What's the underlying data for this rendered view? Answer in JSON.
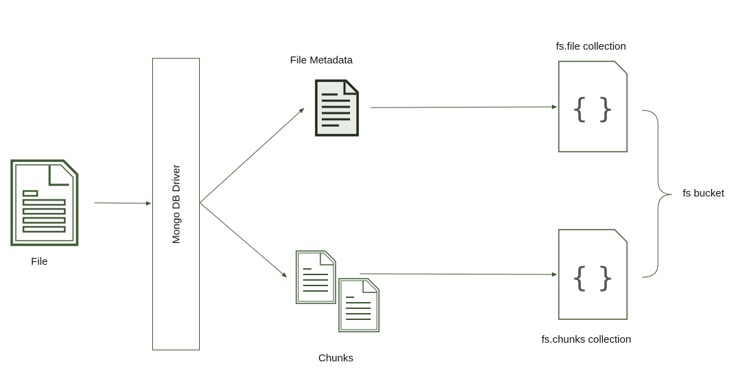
{
  "nodes": {
    "file": {
      "label": "File"
    },
    "driver": {
      "label": "Mongo DB Driver"
    },
    "metadata": {
      "label": "File Metadata"
    },
    "chunks": {
      "label": "Chunks"
    },
    "file_collection": {
      "label": "fs.file collection",
      "glyph": "{ }"
    },
    "chunks_collection": {
      "label": "fs.chunks collection",
      "glyph": "{ }"
    },
    "bucket": {
      "label": "fs bucket"
    }
  },
  "edges": [
    {
      "from": "file",
      "to": "driver"
    },
    {
      "from": "driver",
      "to": "metadata"
    },
    {
      "from": "driver",
      "to": "chunks"
    },
    {
      "from": "metadata",
      "to": "file_collection"
    },
    {
      "from": "chunks",
      "to": "chunks_collection"
    }
  ],
  "colors": {
    "stroke": "#3e5a33",
    "icon_dark": "#1f2a1a",
    "text": "#111111"
  },
  "icons": {
    "file": "document-icon",
    "metadata": "document-icon",
    "chunks": "multi-document-icon",
    "collection": "collection-file-icon",
    "bucket": "curly-brace-icon"
  }
}
